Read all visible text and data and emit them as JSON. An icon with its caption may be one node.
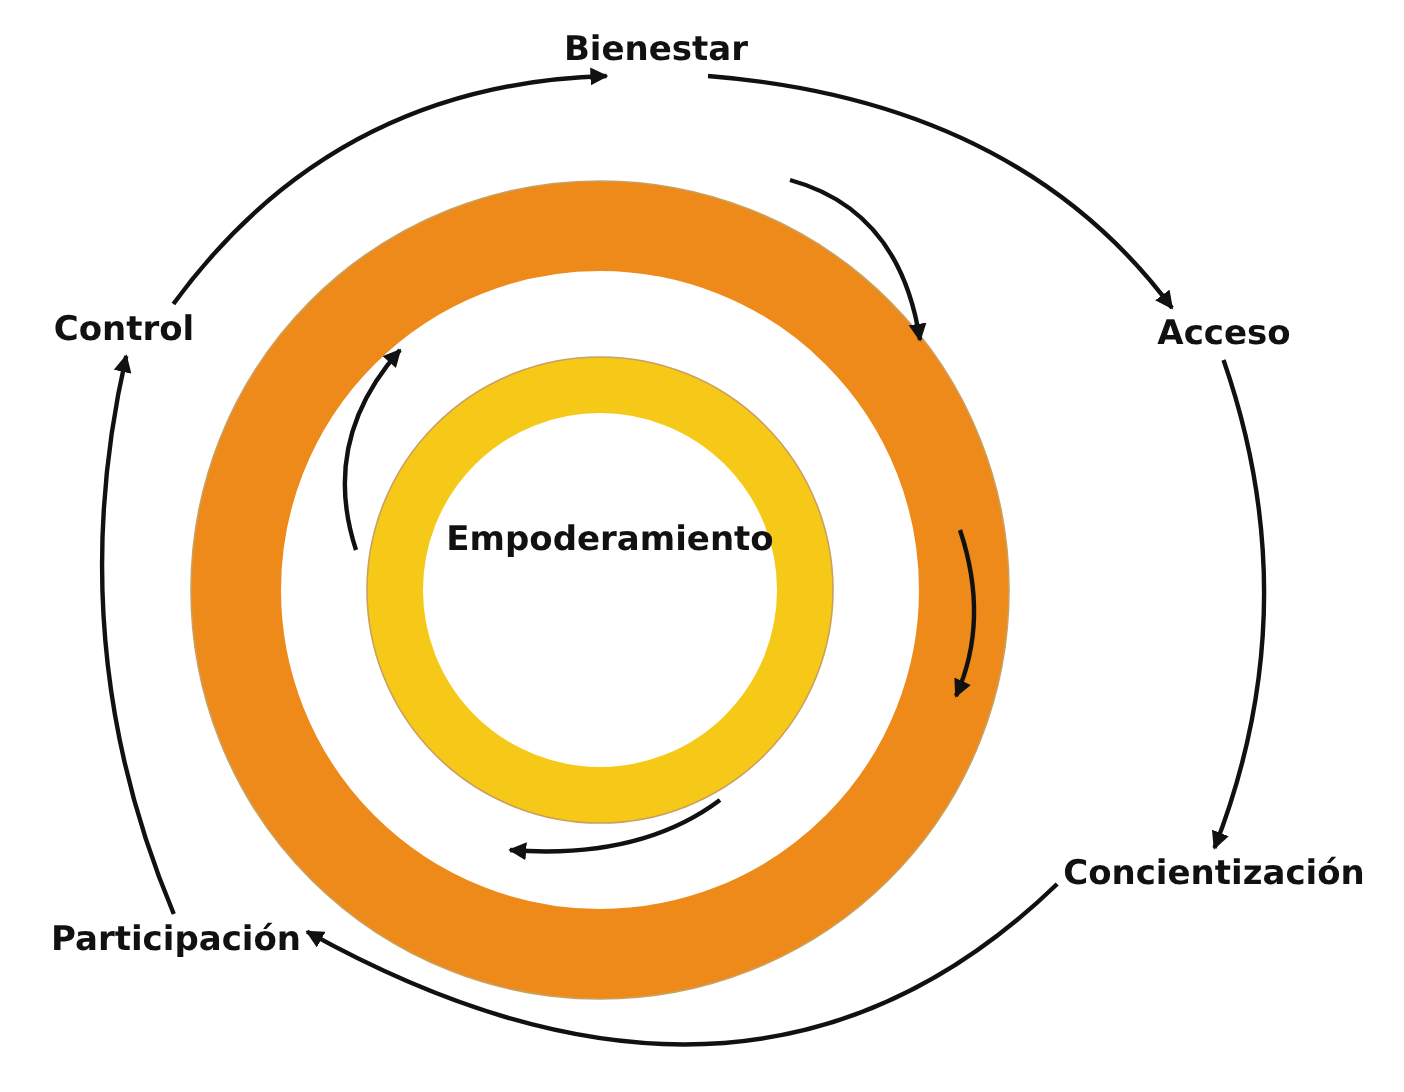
{
  "diagram": {
    "nodes": [
      {
        "text": [
          "Bienestar"
        ]
      },
      {
        "text": [
          "Control"
        ]
      },
      {
        "text": [
          "Acceso"
        ]
      },
      {
        "text": [],
        "shape": "circle"
      },
      {
        "text": [
          "Empoderamiento"
        ],
        "in": 3
      },
      {
        "text": [
          "Participación"
        ]
      },
      {
        "text": [
          "Concientización"
        ]
      }
    ],
    "edges": [
      {
        "from": 1,
        "to": 0,
        "arrow": "to"
      },
      {
        "from": 0,
        "to": 2,
        "arrow": "to"
      },
      {
        "from": 2,
        "to": 6,
        "arrow": "to"
      },
      {
        "from": 6,
        "to": 5,
        "arrow": "to"
      },
      {
        "from": 5,
        "to": 1,
        "arrow": "to"
      }
    ]
  }
}
